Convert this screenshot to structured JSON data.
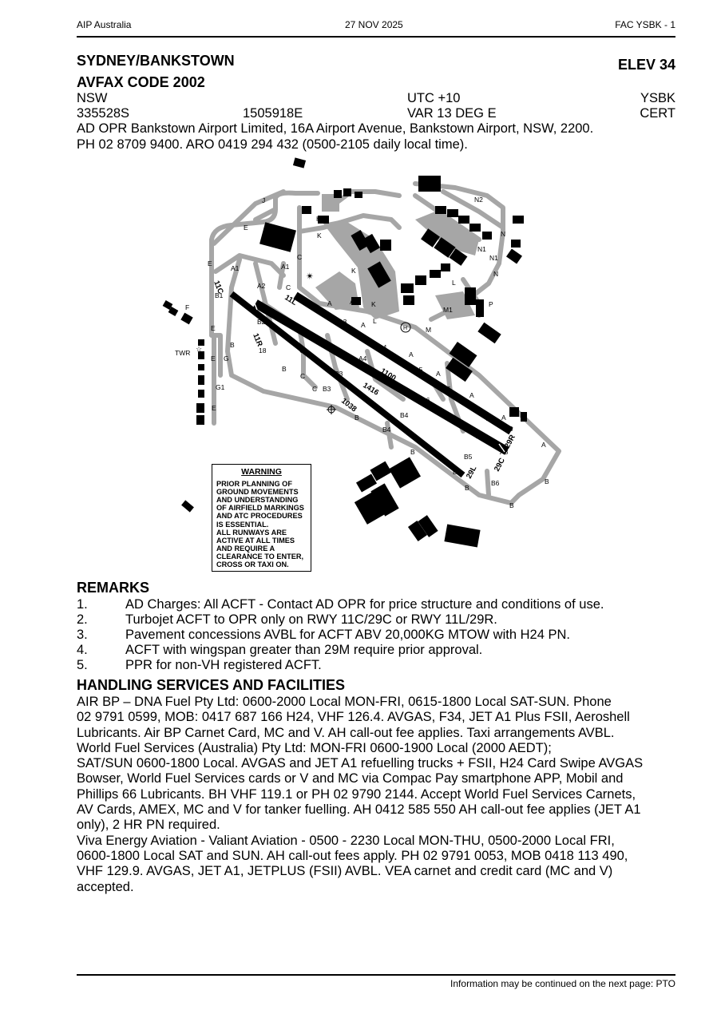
{
  "header": {
    "left": "AIP Australia",
    "center": "27 NOV 2025",
    "right": "FAC YSBK - 1"
  },
  "aerodrome": {
    "name": "SYDNEY/BANKSTOWN",
    "elev": "ELEV 34",
    "avfax": "AVFAX CODE 2002",
    "state": "NSW",
    "utc": "UTC +10",
    "icao": "YSBK",
    "lat": "335528S",
    "lon": "1505918E",
    "var": "VAR 13 DEG E",
    "cert": "CERT",
    "opr_line1": "AD OPR Bankstown Airport Limited, 16A Airport Avenue, Bankstown Airport, NSW, 2200.",
    "opr_line2": "PH 02 8709 9400. ARO 0419 294 432 (0500-2105 daily local time)."
  },
  "diagram": {
    "runways": {
      "r11l": "11L",
      "r29r": "29R",
      "r11c": "11C",
      "r29c": "29C",
      "r11r": "11R",
      "r29l": "29L",
      "len_11l": "1100",
      "len_11c": "1416",
      "len_11r": "1038"
    },
    "labels": {
      "twr": "TWR",
      "n2": "N2",
      "n1": "N1",
      "n1b": "N1",
      "n": "N",
      "h": "H",
      "k": "K",
      "k2": "K",
      "k3": "K",
      "j": "J",
      "e": "E",
      "e2": "E",
      "e3": "E",
      "e4": "E",
      "e5": "E",
      "a1": "A1",
      "a2": "A2",
      "a3": "A3",
      "a3b": "A3",
      "a4": "A4",
      "a4b": "A4",
      "a5": "A5",
      "a6": "A6",
      "a6b": "A6",
      "a7": "A7",
      "a7b": "A7",
      "a8": "A8",
      "a8b": "A8",
      "a": "A",
      "a_2": "A",
      "a_3": "A",
      "a_4": "A",
      "a_5": "A",
      "a_6": "A",
      "a_7": "A",
      "b": "B",
      "b_2": "B",
      "b_3": "B",
      "b_4": "B",
      "b_5": "B",
      "b_6": "B",
      "b_7": "B",
      "b1": "B1",
      "b2": "B2",
      "b3": "B3",
      "b3b": "B3",
      "b4": "B4",
      "b4b": "B4",
      "b5": "B5",
      "b5b": "B5",
      "b6": "B6",
      "c": "C",
      "c2": "C",
      "c3": "C",
      "c4": "C",
      "c5": "C",
      "c6": "C",
      "l": "L",
      "l2": "L",
      "l3": "L",
      "m": "M",
      "m1": "M1",
      "f": "F",
      "p": "P",
      "g": "G",
      "g1": "G1",
      "d18": "18",
      "hel": "H"
    },
    "warning_title": "WARNING",
    "warning_lines": [
      "PRIOR PLANNING OF",
      "GROUND MOVEMENTS",
      "AND UNDERSTANDING",
      "OF AIRFIELD MARKINGS",
      "AND ATC PROCEDURES",
      "IS ESSENTIAL.",
      "ALL RUNWAYS ARE",
      "ACTIVE AT ALL TIMES",
      "AND REQUIRE A",
      "CLEARANCE TO ENTER,",
      "CROSS OR TAXI ON."
    ]
  },
  "remarks": {
    "heading": "REMARKS",
    "items": [
      {
        "num": "1.",
        "text": "AD Charges: All ACFT - Contact AD OPR for price structure and conditions of use."
      },
      {
        "num": "2.",
        "text": "Turbojet ACFT to OPR only on RWY 11C/29C or RWY 11L/29R."
      },
      {
        "num": "3.",
        "text": "Pavement concessions AVBL for ACFT ABV 20,000KG MTOW with H24 PN."
      },
      {
        "num": "4.",
        "text": "ACFT with wingspan greater than 29M require prior approval."
      },
      {
        "num": "5.",
        "text": "PPR for non-VH registered ACFT."
      }
    ]
  },
  "handling": {
    "heading": "HANDLING SERVICES AND FACILITIES",
    "lines": [
      "AIR BP – DNA Fuel Pty Ltd: 0600-2000 Local MON-FRI, 0615-1800 Local SAT-SUN. Phone",
      "02 9791 0599, MOB: 0417 687 166 H24, VHF 126.4. AVGAS, F34, JET A1 Plus FSII, Aeroshell",
      "Lubricants. Air BP Carnet Card, MC and V. AH call-out fee applies. Taxi arrangements AVBL.",
      "World Fuel Services (Australia) Pty Ltd: MON-FRI 0600-1900 Local (2000 AEDT);",
      "SAT/SUN 0600-1800 Local. AVGAS and JET A1 refuelling trucks + FSII, H24 Card Swipe AVGAS",
      "Bowser, World Fuel Services cards or V and MC via Compac Pay smartphone APP, Mobil and",
      "Phillips 66 Lubricants. BH VHF 119.1 or PH 02 9790 2144. Accept World Fuel Services Carnets,",
      "AV Cards, AMEX, MC and V for tanker fuelling. AH 0412 585 550 AH call-out fee applies (JET A1",
      "only), 2 HR PN required.",
      "Viva Energy Aviation - Valiant Aviation - 0500 - 2230 Local MON-THU, 0500-2000 Local FRI,",
      "0600-1800 Local SAT and SUN. AH call-out fees apply. PH 02 9791 0053, MOB 0418 113 490,",
      "VHF 129.9. AVGAS, JET A1, JETPLUS (FSII) AVBL. VEA carnet and credit card (MC and V)",
      "accepted."
    ]
  },
  "footer": {
    "note": "Information may be continued on the next page: PTO"
  },
  "colors": {
    "taxiway": "#a6a6a6",
    "runway": "#000000",
    "building": "#000000"
  }
}
